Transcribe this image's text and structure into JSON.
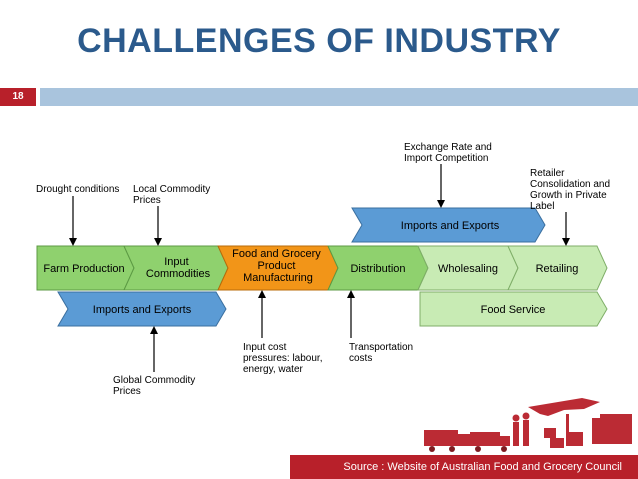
{
  "title": "CHALLENGES OF INDUSTRY",
  "slide_number": "18",
  "colors": {
    "title": "#2b5a8c",
    "accent_red": "#b8202a",
    "top_bar": "#a9c4dd",
    "green_fill": "#8fd16e",
    "green_light": "#c8ebb4",
    "orange_fill": "#f29518",
    "blue_fill": "#5b9bd5"
  },
  "chain": [
    {
      "id": "farm",
      "lines": [
        "Farm Production"
      ]
    },
    {
      "id": "input",
      "lines": [
        "Input",
        "Commodities"
      ]
    },
    {
      "id": "food",
      "lines": [
        "Food and Grocery",
        "Product",
        "Manufacturing"
      ]
    },
    {
      "id": "dist",
      "lines": [
        "Distribution"
      ]
    },
    {
      "id": "whole",
      "lines": [
        "Wholesaling"
      ]
    },
    {
      "id": "retail",
      "lines": [
        "Retailing"
      ]
    }
  ],
  "flows": {
    "upper_imports": "Imports and Exports",
    "lower_imports": "Imports and Exports",
    "food_service": "Food Service"
  },
  "annotations": {
    "drought": [
      "Drought conditions"
    ],
    "local": [
      "Local Commodity",
      "Prices"
    ],
    "exchange": [
      "Exchange Rate and",
      "Import Competition"
    ],
    "retailer": [
      "Retailer",
      "Consolidation and",
      "Growth in Private",
      "Label"
    ],
    "global": [
      "Global Commodity",
      "Prices"
    ],
    "input_cost": [
      "Input cost",
      "pressures: labour,",
      "energy, water"
    ],
    "transport": [
      "Transportation",
      "costs"
    ]
  },
  "source": "Source : Website of Australian Food and Grocery Council"
}
